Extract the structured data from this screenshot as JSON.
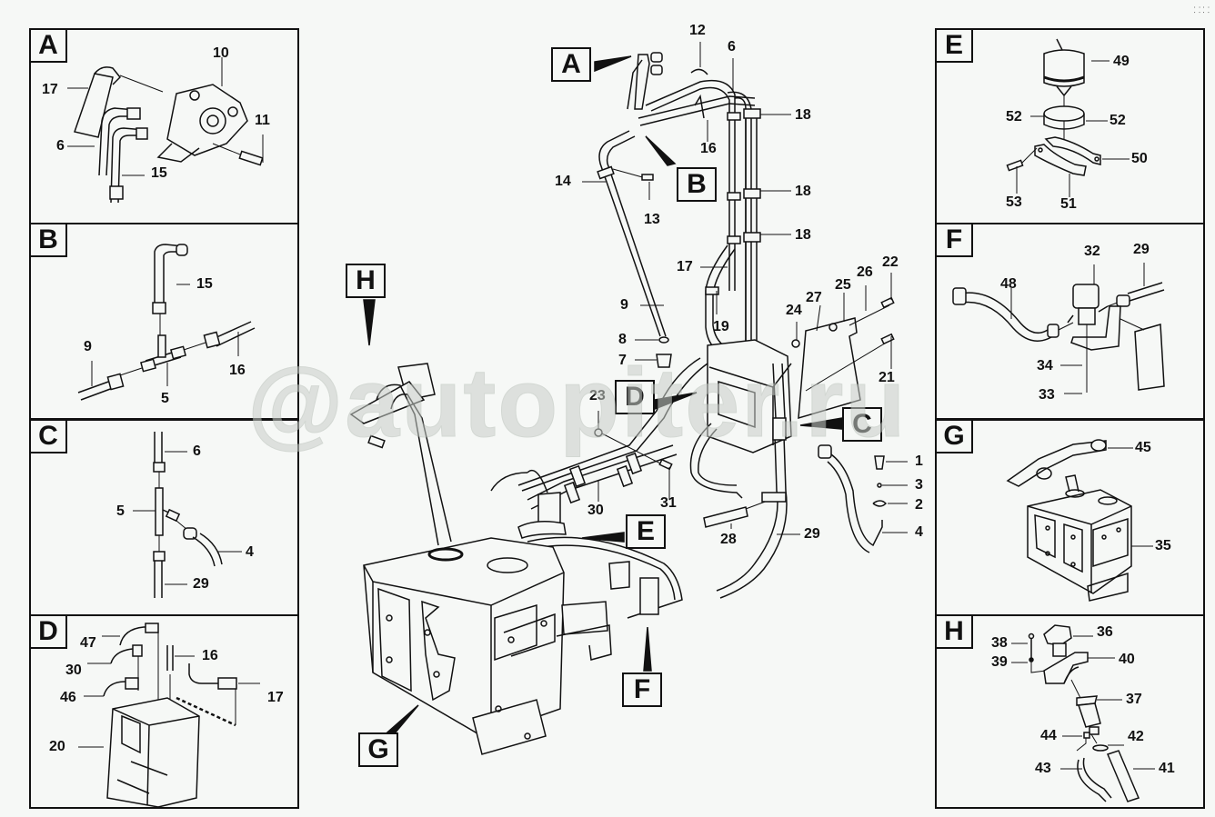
{
  "diagram": {
    "title": "Fuel heater installation exploded view",
    "watermark": "@autopiter.ru",
    "corner_mark": "⸬ ⸬",
    "colors": {
      "ink": "#111111",
      "background": "#f6f8f6",
      "watermark": "#cfd3cf"
    }
  },
  "panels": {
    "A": {
      "tag": "A",
      "labels": [
        "17",
        "10",
        "6",
        "11",
        "15"
      ]
    },
    "B": {
      "tag": "B",
      "labels": [
        "15",
        "9",
        "16",
        "5"
      ]
    },
    "C": {
      "tag": "C",
      "labels": [
        "6",
        "5",
        "4",
        "29"
      ]
    },
    "D": {
      "tag": "D",
      "labels": [
        "47",
        "16",
        "30",
        "46",
        "17",
        "20"
      ]
    },
    "E": {
      "tag": "E",
      "labels": [
        "49",
        "52",
        "52",
        "50",
        "53",
        "51"
      ]
    },
    "F": {
      "tag": "F",
      "labels": [
        "32",
        "29",
        "48",
        "34",
        "33"
      ]
    },
    "G": {
      "tag": "G",
      "labels": [
        "45",
        "35"
      ]
    },
    "H": {
      "tag": "H",
      "labels": [
        "36",
        "38",
        "40",
        "39",
        "37",
        "44",
        "42",
        "43",
        "41"
      ]
    }
  },
  "main": {
    "callouts": [
      "A",
      "B",
      "H",
      "D",
      "C",
      "E",
      "F",
      "G"
    ],
    "labels": [
      "12",
      "6",
      "18",
      "16",
      "14",
      "13",
      "18",
      "18",
      "17",
      "22",
      "26",
      "25",
      "27",
      "24",
      "9",
      "19",
      "8",
      "7",
      "21",
      "23",
      "1",
      "3",
      "2",
      "4",
      "30",
      "31",
      "28",
      "29"
    ]
  }
}
